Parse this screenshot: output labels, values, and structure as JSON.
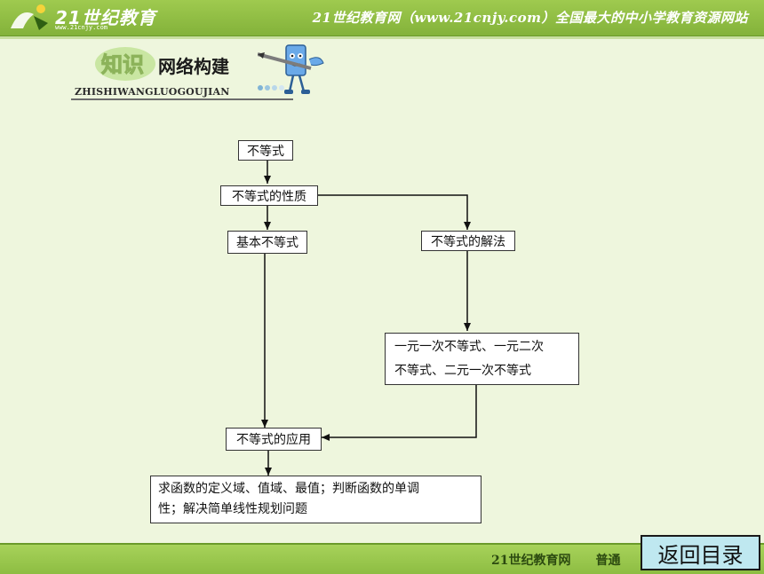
{
  "header": {
    "logo_text": "21世纪教育",
    "logo_sub": "www.21cnjy.com",
    "slogan": "21世纪教育网（www.21cnjy.com）全国最大的中小学教育资源网站"
  },
  "section": {
    "badge_text": "知识",
    "title": "网络构建",
    "pinyin": "ZHISHIWANGLUOGOUJIAN"
  },
  "diagram": {
    "nodes": {
      "inequality": "不等式",
      "properties": "不等式的性质",
      "basic": "基本不等式",
      "solutions": "不等式的解法",
      "types_line1": "一元一次不等式、一元二次",
      "types_line2": "不等式、二元一次不等式",
      "applications": "不等式的应用",
      "uses_line1": "求函数的定义域、值域、最值；判断函数的单调",
      "uses_line2": "性；解决简单线性规划问题"
    }
  },
  "footer": {
    "text": "21世纪教育网　　普通"
  },
  "nav": {
    "return_label": "返回目录"
  },
  "colors": {
    "header_green": "#8dbd42",
    "background": "#eef6dd",
    "button_blue": "#bfe8f0"
  }
}
